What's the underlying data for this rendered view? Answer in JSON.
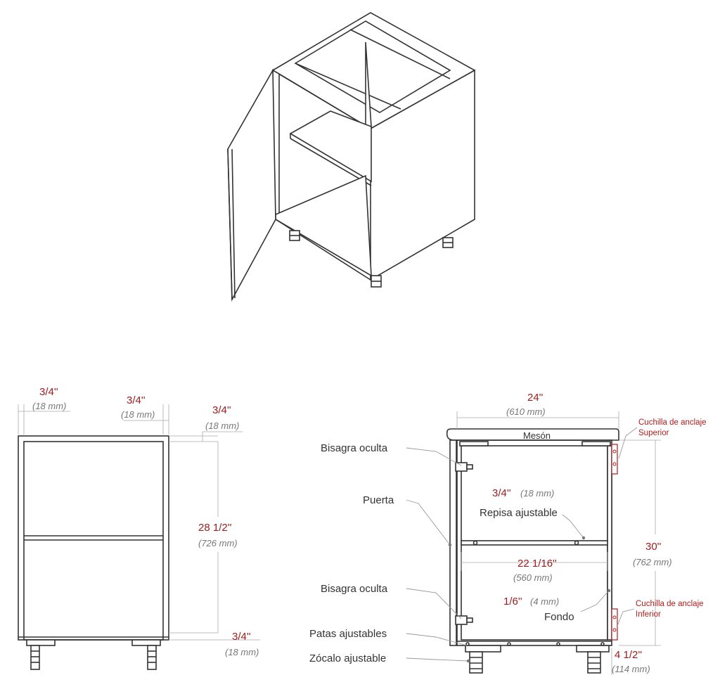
{
  "side_view": {
    "dim_panel_left": {
      "value": "3/4''",
      "mm": "(18 mm)"
    },
    "dim_panel_mid": {
      "value": "3/4''",
      "mm": "(18 mm)"
    },
    "dim_top": {
      "value": "3/4''",
      "mm": "(18 mm)"
    },
    "dim_height": {
      "value": "28 1/2''",
      "mm": "(726 mm)"
    },
    "dim_bottom": {
      "value": "3/4''",
      "mm": "(18 mm)"
    }
  },
  "section_view": {
    "dim_width": {
      "value": "24''",
      "mm": "(610 mm)"
    },
    "meson": "Mesón",
    "anchor_top": {
      "line1": "Cuchilla de anclaje",
      "line2": "Superior"
    },
    "anchor_bottom": {
      "line1": "Cuchilla de anclaje",
      "line2": "Inferior"
    },
    "label_hinge_top": "Bisagra oculta",
    "label_door": "Puerta",
    "label_hinge_bottom": "Bisagra oculta",
    "label_legs": "Patas ajustables",
    "label_plinth": "Zócalo ajustable",
    "shelf_thickness": {
      "value": "3/4''",
      "mm": "(18 mm)"
    },
    "label_shelf": "Repisa ajustable",
    "dim_height": {
      "value": "30''",
      "mm": "(762 mm)"
    },
    "dim_depth": {
      "value": "22 1/16''",
      "mm": "(560 mm)"
    },
    "back_thickness": {
      "value": "1/6''",
      "mm": "(4 mm)"
    },
    "label_back": "Fondo",
    "dim_plinth": {
      "value": "4 1/2''",
      "mm": "(114 mm)"
    }
  }
}
